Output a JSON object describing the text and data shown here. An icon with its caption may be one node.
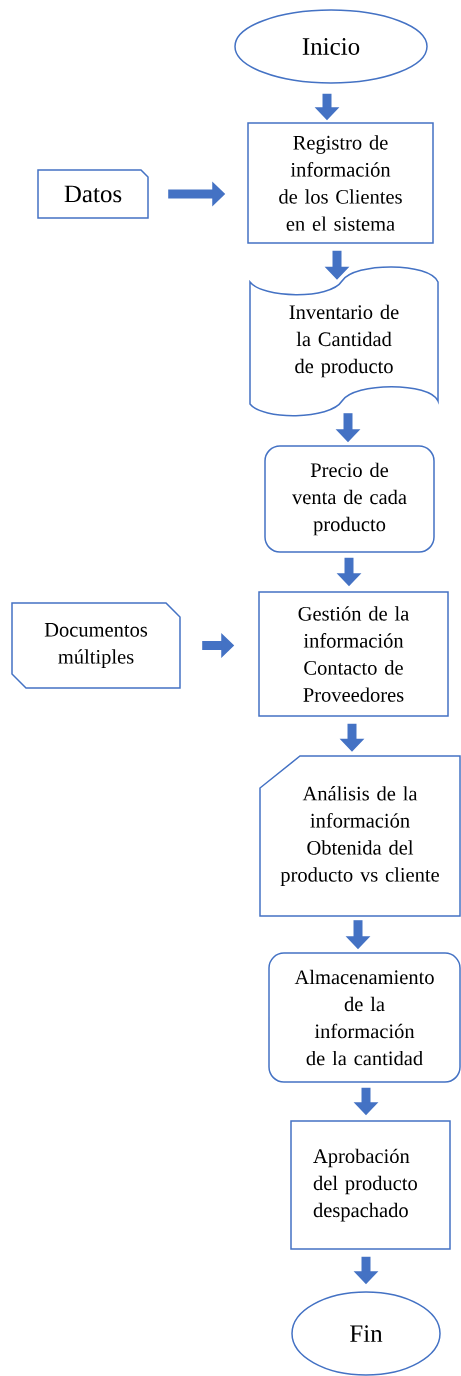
{
  "diagram": {
    "nodes": [
      {
        "text": [
          "Inicio"
        ]
      },
      {
        "text": [
          "Datos"
        ]
      },
      {
        "text": [
          "Registro de información de los Clientes en el sistema"
        ]
      },
      {
        "text": [
          "Inventario de la Cantidad de producto"
        ]
      },
      {
        "text": [
          "Precio de venta de cada producto"
        ]
      },
      {
        "text": [
          "Documentos múltiples"
        ]
      },
      {
        "text": [
          "Gestión de la información Contacto de Proveedores"
        ]
      },
      {
        "text": [
          "Análisis de la información Obtenida del producto vs cliente"
        ]
      },
      {
        "text": [
          "Almacenamiento de la información de la cantidad"
        ]
      },
      {
        "text": [
          "Aprobación del producto despachado"
        ]
      },
      {
        "text": [
          "Fin"
        ]
      }
    ],
    "edges": [
      {
        "from": 0,
        "to": 2,
        "arrow": "to"
      },
      {
        "from": 1,
        "to": 2,
        "arrow": "to"
      },
      {
        "from": 2,
        "to": 3,
        "arrow": "to"
      },
      {
        "from": 3,
        "to": 4,
        "arrow": "to"
      },
      {
        "from": 4,
        "to": 6,
        "arrow": "to"
      },
      {
        "from": 5,
        "to": 6,
        "arrow": "to"
      },
      {
        "from": 6,
        "to": 7,
        "arrow": "to"
      },
      {
        "from": 7,
        "to": 8,
        "arrow": "to"
      },
      {
        "from": 8,
        "to": 9,
        "arrow": "to"
      },
      {
        "from": 9,
        "to": 10,
        "arrow": "to"
      }
    ]
  }
}
